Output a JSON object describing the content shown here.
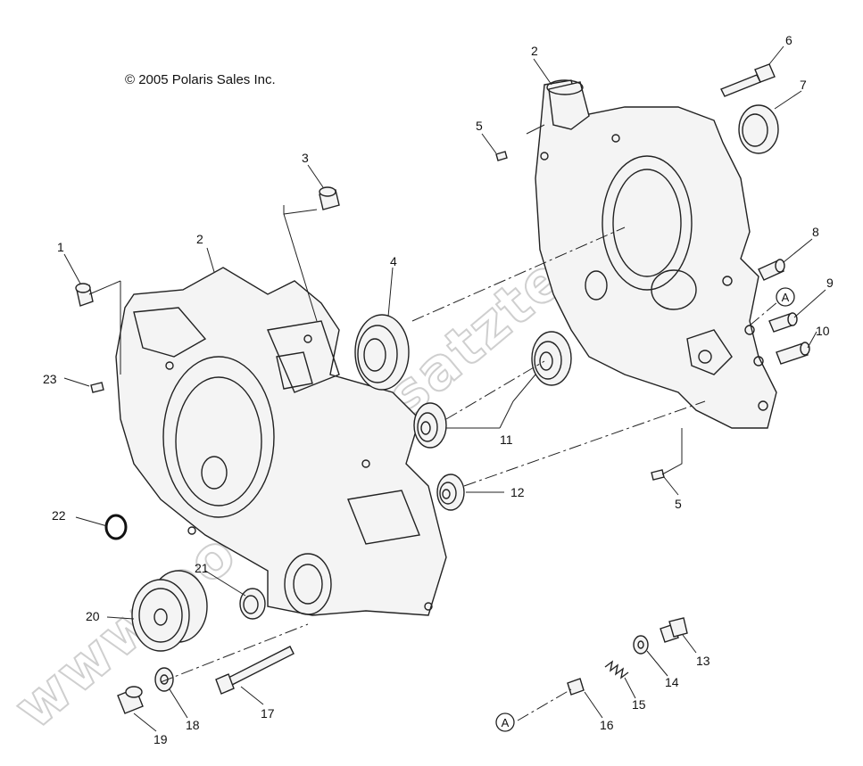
{
  "copyright": "© 2005 Polaris Sales Inc.",
  "watermark": "www.polarisersatzteile.de",
  "reference_markers": {
    "a1": "A",
    "a2": "A"
  },
  "callouts": {
    "c1": "1",
    "c2_left": "2",
    "c2_right": "2",
    "c3": "3",
    "c4": "4",
    "c5_top": "5",
    "c5_bottom": "5",
    "c6": "6",
    "c7": "7",
    "c8": "8",
    "c9": "9",
    "c10": "10",
    "c11": "11",
    "c12": "12",
    "c13": "13",
    "c14": "14",
    "c15": "15",
    "c16": "16",
    "c17": "17",
    "c18": "18",
    "c19": "19",
    "c20": "20",
    "c21": "21",
    "c22": "22",
    "c23": "23"
  }
}
